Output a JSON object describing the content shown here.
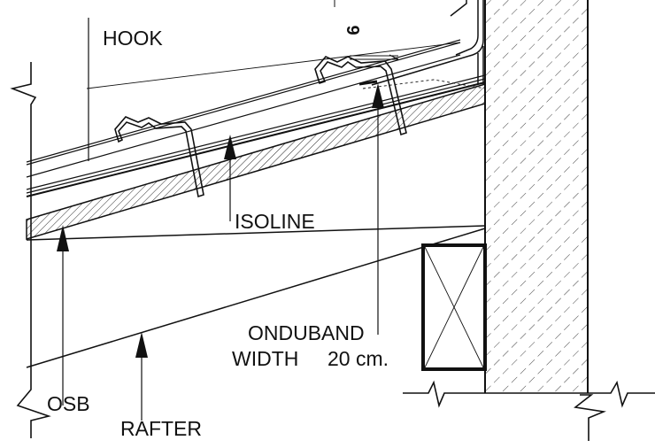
{
  "labels": {
    "hook": "HOOK",
    "isoline": "ISOLINE",
    "osb": "OSB",
    "rafter": "RAFTER",
    "onduband_line1": "ONDUBAND",
    "onduband_line2_a": "WIDTH",
    "onduband_line2_b": "20 cm.",
    "dimension": "6"
  },
  "colors": {
    "ink": "#111111",
    "paper": "#ffffff"
  }
}
